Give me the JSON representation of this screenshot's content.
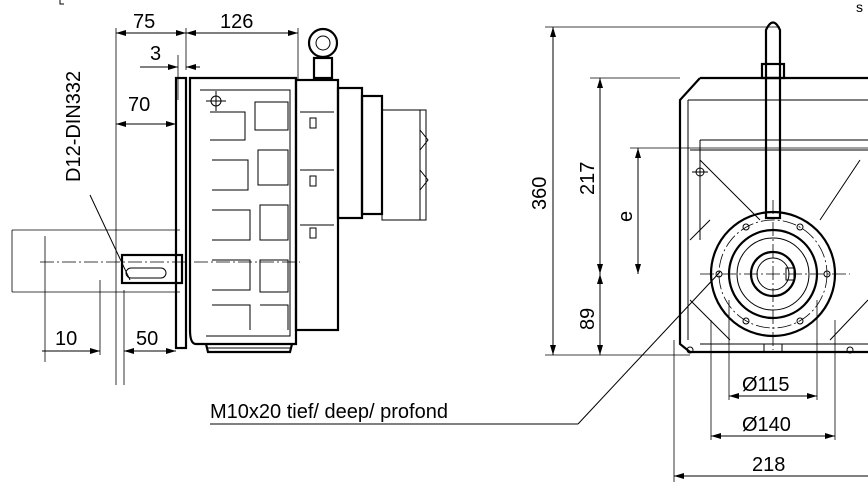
{
  "side_view": {
    "dims": {
      "d75": "75",
      "d126": "126",
      "d3": "3",
      "d70": "70",
      "d10": "10",
      "d50": "50"
    },
    "key_label": "D12-DIN332"
  },
  "front_view": {
    "dims": {
      "d360": "360",
      "d217": "217",
      "e": "e",
      "d89": "89",
      "d115": "Ø115",
      "d140": "Ø140",
      "d218": "218"
    }
  },
  "callout": "M10x20  tief/ deep/ profond",
  "corner_mark": "s"
}
